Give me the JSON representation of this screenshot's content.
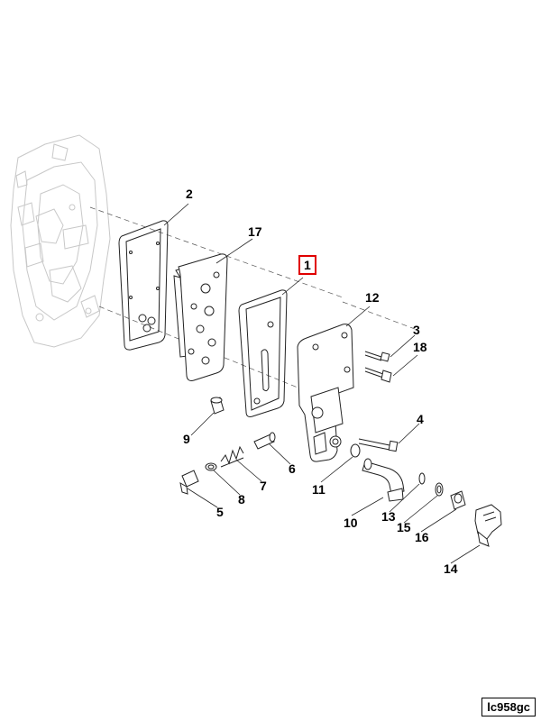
{
  "diagram": {
    "callouts": [
      {
        "id": "1",
        "label": "1",
        "highlighted": true
      },
      {
        "id": "2",
        "label": "2"
      },
      {
        "id": "3",
        "label": "3"
      },
      {
        "id": "4",
        "label": "4"
      },
      {
        "id": "5",
        "label": "5"
      },
      {
        "id": "6",
        "label": "6"
      },
      {
        "id": "7",
        "label": "7"
      },
      {
        "id": "8",
        "label": "8"
      },
      {
        "id": "9",
        "label": "9"
      },
      {
        "id": "10",
        "label": "10"
      },
      {
        "id": "11",
        "label": "11"
      },
      {
        "id": "12",
        "label": "12"
      },
      {
        "id": "13",
        "label": "13"
      },
      {
        "id": "14",
        "label": "14"
      },
      {
        "id": "15",
        "label": "15"
      },
      {
        "id": "16",
        "label": "16"
      },
      {
        "id": "17",
        "label": "17"
      },
      {
        "id": "18",
        "label": "18"
      }
    ],
    "reference_code": "lc958gc",
    "colors": {
      "highlight": "#e00000",
      "engine_lines": "#c8c8c8",
      "part_lines": "#222222"
    }
  }
}
